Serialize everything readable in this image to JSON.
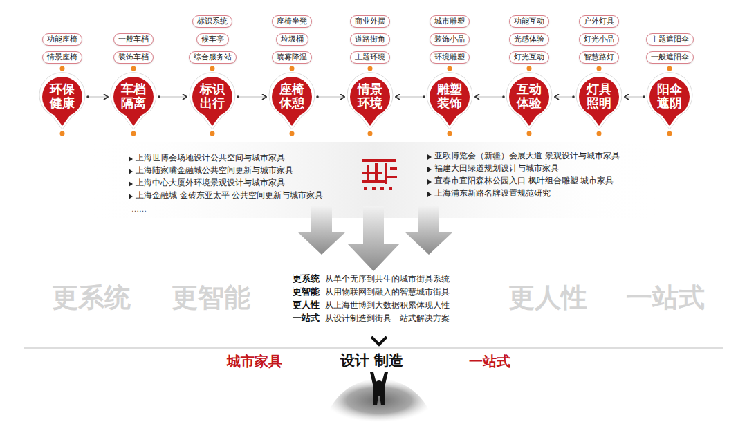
{
  "diagram": {
    "nodes": [
      {
        "text": [
          "功能座椅"
        ]
      },
      {
        "text": [
          "情景座椅"
        ]
      },
      {
        "text": [
          "环保健康"
        ]
      },
      {
        "text": [
          "一般车档"
        ]
      },
      {
        "text": [
          "装饰车档"
        ]
      },
      {
        "text": [
          "车档隔离"
        ]
      },
      {
        "text": [
          "标识系统"
        ]
      },
      {
        "text": [
          "候车亭"
        ]
      },
      {
        "text": [
          "综合服务站"
        ]
      },
      {
        "text": [
          "标识出行"
        ]
      },
      {
        "text": [
          "座椅坐凳"
        ]
      },
      {
        "text": [
          "垃圾桶"
        ]
      },
      {
        "text": [
          "喷雾降温"
        ]
      },
      {
        "text": [
          "座椅休憩"
        ]
      },
      {
        "text": [
          "商业外摆"
        ]
      },
      {
        "text": [
          "道路街角"
        ]
      },
      {
        "text": [
          "主题环境"
        ]
      },
      {
        "text": [
          "情景环境"
        ]
      },
      {
        "text": [
          "城市雕塑"
        ]
      },
      {
        "text": [
          "装饰小品"
        ]
      },
      {
        "text": [
          "环境雕塑"
        ]
      },
      {
        "text": [
          "雕塑装饰"
        ]
      },
      {
        "text": [
          "功能互动"
        ]
      },
      {
        "text": [
          "光感体验"
        ]
      },
      {
        "text": [
          "灯光互动"
        ]
      },
      {
        "text": [
          "互动体验"
        ]
      },
      {
        "text": [
          "户外灯具"
        ]
      },
      {
        "text": [
          "灯光小品"
        ]
      },
      {
        "text": [
          "智慧路灯"
        ]
      },
      {
        "text": [
          "灯具照明"
        ]
      },
      {
        "text": [
          "主题遮阳伞"
        ]
      },
      {
        "text": [
          "一般遮阳伞"
        ]
      },
      {
        "text": [
          "阳伞遮阴"
        ]
      }
    ],
    "edges": [
      {
        "from": 2,
        "to": 5,
        "arrow": "to"
      },
      {
        "from": 5,
        "to": 9,
        "arrow": "to"
      },
      {
        "from": 9,
        "to": 13,
        "arrow": "to"
      },
      {
        "from": 13,
        "to": 17,
        "arrow": "to"
      },
      {
        "from": 21,
        "to": 17,
        "arrow": "to"
      },
      {
        "from": 25,
        "to": 21,
        "arrow": "to"
      },
      {
        "from": 29,
        "to": 25,
        "arrow": "to"
      },
      {
        "from": 32,
        "to": 29,
        "arrow": "to"
      }
    ],
    "labels": [
      "上海世博会场地设计公共空间与城市家具",
      "上海陆家嘴金融城公共空间更新与城市家具",
      "上海中心大厦外环境景观设计与城市家具",
      "上海金融城 金砖东亚太平 公共空间更新与城市家具",
      "……",
      "亚欧博览会（新疆）会展大道 景观设计与城市家具",
      "福建大田绿道规划设计与城市家具",
      "宜春市宜阳森林公园入口 枫叶组合雕塑 城市家具",
      "上海浦东新路名牌设置规范研究",
      "更系统",
      "从单个无序到共生的城市街具系统",
      "更智能",
      "从用物联网到融入的智慧城市街具",
      "更人性",
      "从上海世博到大数据积累体现人性",
      "一站式",
      "从设计制造到街具一站式解决方案",
      "更系统",
      "更智能",
      "更人性",
      "一站式",
      "城市家具",
      "设计 制造",
      "一站式"
    ]
  }
}
